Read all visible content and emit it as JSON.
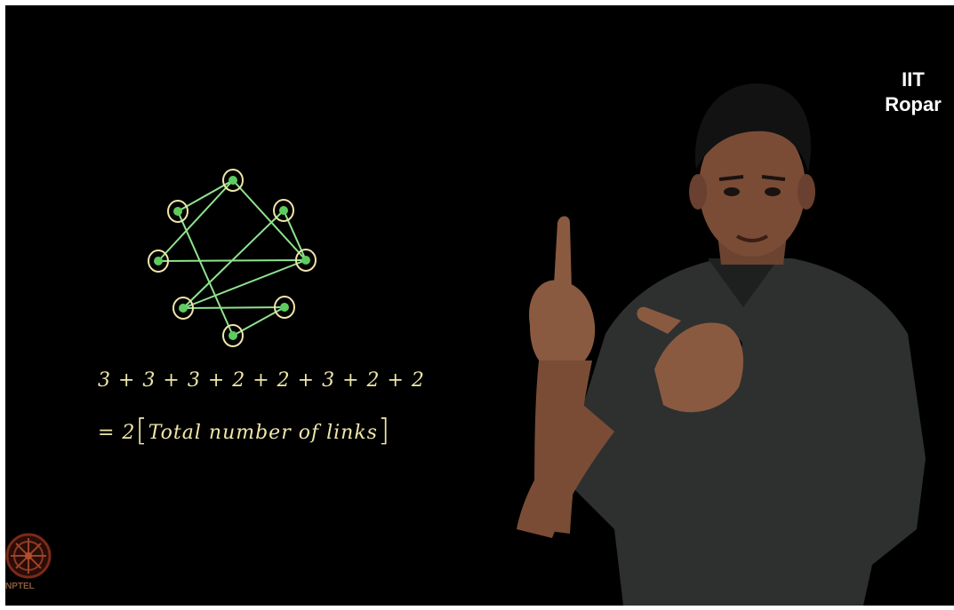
{
  "watermark": {
    "line1": "IIT",
    "line2": "Ropar"
  },
  "board": {
    "sum_line": "3 + 3 + 3 + 2 + 2 + 3 + 2 + 2",
    "total_prefix": "= 2",
    "total_text": "Total number of links"
  },
  "logo": {
    "label": "NPTEL"
  },
  "colors": {
    "background": "#000000",
    "node_fill": "#5ecb5e",
    "node_ring": "#efe6a8",
    "edge": "#8fe38f",
    "chalk_text": "#efe6a8"
  }
}
